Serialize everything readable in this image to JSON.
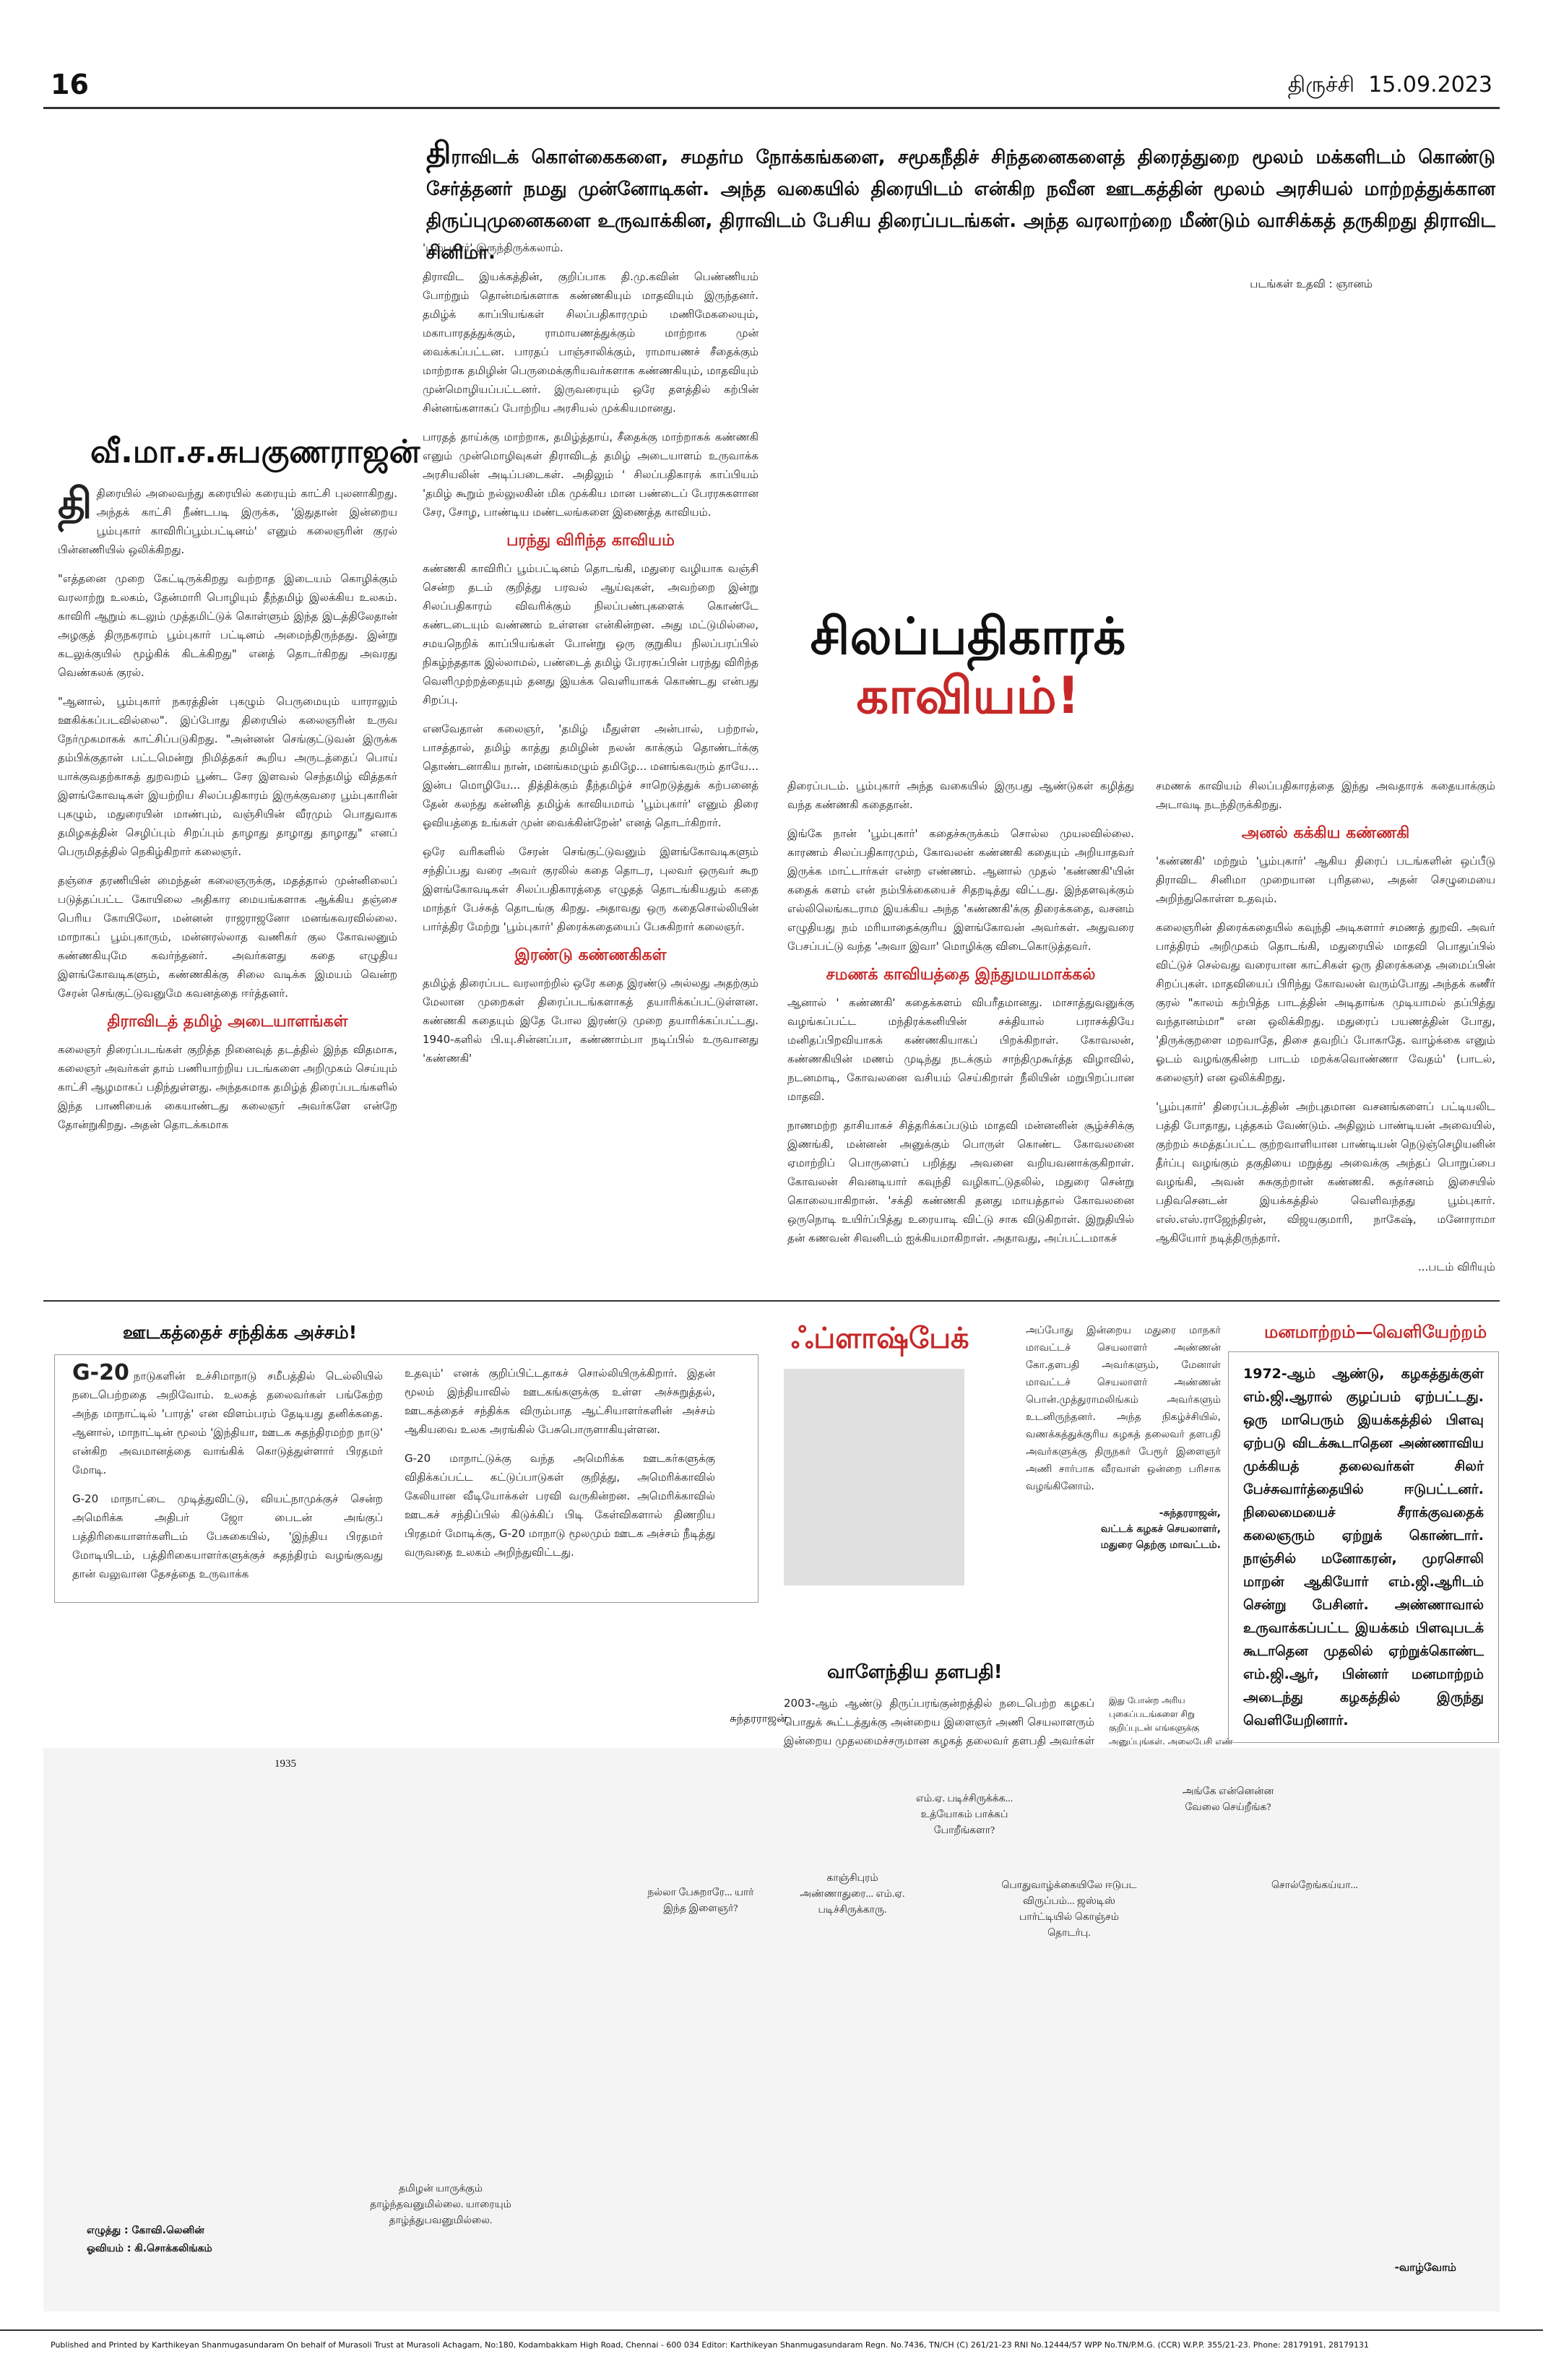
{
  "header": {
    "page_number": "16",
    "city": "திருச்சி",
    "date": "15.09.2023"
  },
  "intro": {
    "dropcap": "தி",
    "text": "ராவிடக் கொள்கைகளை, சமதர்ம நோக்கங்களை, சமூகநீதிச் சிந்தனைகளைத் திரைத்துறை மூலம் மக்களிடம் கொண்டு சேர்த்தனர் நமது முன்னோடிகள். அந்த வகையில் திரையிடம் என்கிற நவீன ஊடகத்தின் மூலம் அரசியல் மாற்றத்துக்கான திருப்புமுனைகளை உருவாக்கின, திராவிடம் பேசிய திரைப்படங்கள். அந்த வரலாற்றை மீண்டும் வாசிக்கத் தருகிறது திராவிட சினிமா.",
    "credit": "படங்கள் உதவி : ஞானம்"
  },
  "author": "வீ.மா.ச.சுபகுணராஜன்",
  "headline": {
    "line1": "சிலப்பதிகாரக்",
    "line2": "காவியம்!"
  },
  "subheads": {
    "s1": "திராவிடத் தமிழ் அடையாளங்கள்",
    "s2": "பரந்து விரிந்த காவியம்",
    "s3": "இரண்டு கண்ணகிகள்",
    "s4": "சமணக் காவியத்தை இந்துமயமாக்கல்",
    "s5": "அனல் கக்கிய கண்ணகி"
  },
  "columns": {
    "c1": [
      "திரையில் அலைவந்து கரையில் கரையும் காட்சி புலனாகிறது. அந்தக் காட்சி நீண்டபடி இருக்க, 'இதுதான் இன்றைய பூம்புகார் காவிரிப்பூம்பட்டினம்' எனும் கலைஞரின் குரல் பின்னணியில் ஒலிக்கிறது.",
      "\"எத்தனை முறை கேட்டிருக்கிறது வற்றாத இடையம் கொழிக்கும் வரலாற்று உலகம், தேன்மாரி பொழியும் தீந்தமிழ் இலக்கிய உலகம். காவிரி ஆறும் கடலும் முத்தமிட்டுக் கொள்ளும் இந்த இடத்திலேதான் அழகுத் திருநகராம் பூம்புகார் பட்டினம் அமைந்திருந்தது. இன்று கடலுக்குயில் மூழ்கிக் கிடக்கிறது\" எனத் தொடர்கிறது அவரது வெண்கலக் குரல்.",
      "\"ஆனால், பூம்புகார் நகரத்தின் புகழும் பெருமையும் யாராலும் ஊகிக்கப்படவில்லை\". இப்போது திரையில் கலைஞரின் உருவ நேர்முகமாகக் காட்சிப்படுகிறது. \"அன்னன் செங்குட்டுவன் இருக்க தம்பிக்குதான் பட்டமென்று நிமித்தகர் கூறிய அருடத்தைப் பொய் யாக்குவதற்காகத் துறவறம் பூண்ட சேர இளவல் செந்தமிழ் வித்தகர் இளங்கோவடிகள் இயற்றிய சிலப்பதிகாரம் இருக்குவரை பூம்புகாரின் புகழும், மதுரையின் மாண்பும், வஞ்சியின் வீரமும் பொதுவாக தமிழகத்தின் செழிப்பும் சிறப்பும் தாழாது தாழாது தாழாது\" எனப் பெருமிதத்தில் நெகிழ்கிறார் கலைஞர்.",
      "தஞ்சை தரணியின் மைந்தன் கலைஞருக்கு, மதத்தால் முன்னிலைப் படுத்தப்பட்ட கோயிலை அதிகார மையங்களாக ஆக்கிய தஞ்சை பெரிய கோயிலோ, மன்னன் ராஜராஜனோ மனங்கவரவில்லை. மாறாகப் பூம்புகாரும், மன்னரல்லாத வணிகர் குல கோவலனும் கண்ணகியுமே கவர்ந்தனர். அவர்களது கதை எழுதிய இளங்கோவடிகளும், கண்ணகிக்கு சிலை வடிக்க இமயம் வென்ற சேரன் செங்குட்டுவனுமே கவனத்தை ஈர்த்தனர்."
    ],
    "c1b": [
      "கலைஞர் திரைப்படங்கள் குறித்த நினைவுத் தடத்தில் இந்த விதமாக, கலைஞர் அவர்கள் தாம் பணியாற்றிய படங்களை அறிமுகம் செய்யும் காட்சி ஆழமாகப் பதிந்துள்ளது. அந்தகமாக தமிழ்த் திரைப்படங்களில் இந்த பாணியைக் கையாண்டது கலைஞர் அவர்களே என்றே தோன்றுகிறது. அதன் தொடக்கமாக"
    ],
    "c2": [
      "'பூம்புகார்' இருந்திருக்கலாம்.",
      "திராவிட இயக்கத்தின், குறிப்பாக தி.மு.கவின் பெண்ணியம் போற்றும் தொன்மங்களாக கண்ணகியும் மாதவியும் இருந்தனர். தமிழ்க் காப்பியங்கள் சிலப்பதிகாரமும் மணிமேகலையும், மகாபாரதத்துக்கும், ராமாயணத்துக்கும் மாற்றாக முன் வைக்கப்பட்டன. பாரதப் பாஞ்சாலிக்கும், ராமாயணச் சீதைக்கும் மாற்றாக தமிழின் பெருமைக்குரியவர்களாக கண்ணகியும், மாதவியும் முன்மொழியப்பட்டனர். இருவரையும் ஒரே தளத்தில் கற்பின் சின்னங்களாகப் போற்றிய அரசியல் முக்கியமானது.",
      "பாரதத் தாய்க்கு மாற்றாக, தமிழ்த்தாய், சீதைக்கு மாற்றாகக் கண்ணகி எனும் முன்மொழிவுகள் திராவிடத் தமிழ் அடையாளம் உருவாக்க அரசியலின் அடிப்படைகள். அதிலும் ' சிலப்பதிகாரக் காப்பியம் 'தமிழ் கூறும் நல்லுலகின் மிக முக்கிய மான பண்டைப் பேரரசுகளான சேர, சோழ, பாண்டிய மண்டலங்களை இணைத்த காவியம்."
    ],
    "c2b": [
      "கண்ணகி காவிரிப் பூம்பட்டினம் தொடங்கி, மதுரை வழியாக வஞ்சி சென்ற தடம் குறித்து பரவல் ஆய்வுகள், அவற்றை இன்று சிலப்பதிகாரம் விவரிக்கும் நிலப்பண்புகளைக் கொண்டே கண்டடையும் வண்ணம் உள்ளன என்கின்றன. அது மட்டுமில்லை, சமயநெறிக் காப்பியங்கள் போன்று ஒரு குறுகிய நிலப்பரப்பில் நிகழ்ந்ததாக இல்லாமல், பண்டைத் தமிழ் பேரரசுப்பின் பரந்து விரிந்த வெளிமுற்றத்தையும் தனது இயக்க வெளியாகக் கொண்டது என்பது சிறப்பு.",
      "எனவேதான் கலைஞர், 'தமிழ் மீதுள்ள அன்பால், பற்றால், பாசத்தால், தமிழ் காத்து தமிழின் நலன் காக்கும் தொண்டர்க்கு தொண்டனாகிய நான், மனங்கமழும் தமிழே... மனங்கவரும் தாயே... இன்ப மொழியே... தித்திக்கும் தீந்தமிழ்ச் சாறெடுத்துக் கற்பனைத் தேன் கலந்து கன்னித் தமிழ்க் காவியமாம் 'பூம்புகார்' எனும் திரை ஓவியத்தை உங்கள் முன் வைக்கின்றேன்' எனத் தொடர்கிறார்.",
      "ஒரே வரிகளில் சேரன் செங்குட்டுவனும் இளங்கோவடிகளும் சந்திப்பது வரை அவர் குரலில் கதை தொடர, புலவர் ஒருவர் கூற இளங்கோவடிகள் சிலப்பதிகாரத்தை எழுதத் தொடங்கியதும் கதை மாந்தர் பேச்சுத் தொடங்கு கிறது. அதாவது ஒரு கதைசொல்லியின் பார்த்திர மேற்று 'பூம்புகார்' திரைக்கதையைப் பேசுகிறார் கலைஞர்."
    ],
    "c2c": [
      "தமிழ்த் திரைப்பட வரலாற்றில் ஒரே கதை இரண்டு அல்லது அதற்கும் மேலான முறைகள் திரைப்படங்களாகத் தயாரிக்கப்பட்டுள்ளன. கண்ணகி கதையும் இதே போல இரண்டு முறை தயாரிக்கப்பட்டது. 1940-களில் பி.யு.சின்னப்பா, கண்ணாம்பா நடிப்பில் உருவானது 'கண்ணகி'"
    ],
    "c3": [
      "திரைப்படம். பூம்புகார் அந்த வகையில் இருபது ஆண்டுகள் கழித்து வந்த கண்ணகி கதைதான்.",
      "இங்கே நான் 'பூம்புகார்' கதைச்சுருக்கம் சொல்ல முயலவில்லை. காரணம் சிலப்பதிகாரமும், கோவலன் கண்ணகி கதையும் அறியாதவர் இருக்க மாட்டார்கள் என்ற எண்ணம். ஆனால் முதல் 'கண்ணகி'யின் கதைக் களம் என் நம்பிக்கையைச் சிதறடித்து விட்டது. இந்தளவுக்கும் எல்லிலெங்கடராம இயக்கிய அந்த 'கண்ணகி'க்கு திரைக்கதை, வசனம் எழுதியது நம் மரியாதைக்குரிய இளங்கோவன் அவர்கள். அதுவரை பேசப்பட்டு வந்த 'அவா இவா' மொழிக்கு விடைகொடுத்தவர்."
    ],
    "c3b": [
      "ஆனால் ' கண்ணகி' கதைக்களம் விபரீதமானது. மாசாத்துவனுக்கு வழங்கப்பட்ட மந்திரக்கனியின் சக்தியால் பராசக்தியே மனிதப்பிறவியாகக் கண்ணகியாகப் பிறக்கிறாள். கோவலன், கண்ணகியின் மணம் முடிந்து நடக்கும் சாந்திமுகூர்த்த விழாவில், நடனமாடி, கோவலனை வசியம் செய்கிறாள் நீலியின் மறுபிறப்பான மாதவி.",
      "நாணமற்ற தாசியாகச் சித்தரிக்கப்படும் மாதவி மன்னனின் சூழ்ச்சிக்கு இணங்கி, மன்னன் அனுக்கும் பொருள் கொண்ட கோவலனை ஏமாற்றிப் பொருளைப் பறித்து அவனை வறியவனாக்குகிறாள். கோவலன் சிவனடியார் கவுந்தி வழிகாட்டுதலில், மதுரை சென்று கொலையாகிறான். 'சக்தி கண்ணகி தனது மாயத்தால் கோவலனை ஒருநொடி உயிர்ப்பித்து உரையாடி விட்டு சாக விடுகிறாள். இறுதியில் தன் கணவன் சிவனிடம் ஐக்கியமாகிறாள். அதாவது, அப்பட்டமாகச்"
    ],
    "c4": [
      "சமணக் காவியம் சிலப்பதிகாரத்தை இந்து அவதாரக் கதையாக்கும் அடாவடி நடந்திருக்கிறது."
    ],
    "c4b": [
      "'கண்ணகி' மற்றும் 'பூம்புகார்' ஆகிய திரைப் படங்களின் ஒப்பீடு திராவிட சினிமா முறையான புரிதலை, அதன் செழுமையை அறிந்துகொள்ள உதவும்.",
      "கலைஞரின் திரைக்கதையில் கவுந்தி அடிகளார் சமணத் துறவி. அவர் பாத்திரம் அறிமுகம் தொடங்கி, மதுரையில் மாதவி பொதுப்பில் விட்டுச் செல்வது வரையான காட்சிகள் ஒரு திரைக்கதை அமைப்பின் சிறப்புகள். மாதவியைப் பிரிந்து கோவலன் வரும்போது அந்தக் கணீர் குரல் \"காலம் கற்பித்த பாடத்தின் அடிதாங்க முடியாமல் தப்பித்து வந்தானம்மா\" என ஒலிக்கிறது. மதுரைப் பயணத்தின் போது, 'திருக்குறளை மறவாதே, திசை தவறிப் போகாதே. வாழ்க்கை எனும் ஓடம் வழங்குகின்ற பாடம் மறக்கவொண்ணா வேதம்' (பாடல், கலைஞர்) என ஒலிக்கிறது.",
      "'பூம்புகார்' திரைப்படத்தின் அற்புதமான வசனங்களைப் பட்டியலிட பத்தி போதாது, புத்தகம் வேண்டும். அதிலும் பாண்டியன் அவையில், குற்றம் சுமத்தப்பட்ட குற்றவாளியான பாண்டியன் நெடுஞ்செழியனின் தீர்ப்பு வழங்கும் தகுதியை மறுத்து அவைக்கு அந்தப் பொறுப்பை வழங்கி, அவன் சுசுகுற்றான் கண்ணகி. சுதர்சனம் இசையில் பதிவசெனடன் இயக்கத்தில் வெளிவந்தது பூம்புகார். எஸ்.எஸ்.ராஜேந்திரன், விஜயகுமாரி, நாகேஷ், மனோராமா ஆகியோர் நடித்திருந்தார்."
    ],
    "continued": "...படம் விரியும்"
  },
  "sidebar_g20": {
    "title": "ஊடகத்தைச் சந்திக்க அச்சம்!",
    "lead": "G-20",
    "col1": [
      "நாடுகளின் உச்சிமாநாடு சமீபத்தில் டெல்லியில் நடைபெற்றதை அறிவோம். உலகத் தலைவர்கள் பங்கேற்ற அந்த மாநாட்டில் 'பாரத்' என விளம்பரம் தேடியது தனிக்கதை. ஆனால், மாநாட்டின் மூலம் 'இந்தியா, ஊடக சுதந்திரமற்ற நாடு' என்கிற அவமானத்தை வாங்கிக் கொடுத்துள்ளார் பிரதமர் மோடி.",
      "G-20 மாநாட்டை முடித்துவிட்டு, வியட்நாமுக்குச் சென்ற அமெரிக்க அதிபர் ஜோ பைடன் அங்குப் பத்திரிகையாளர்களிடம் பேசுகையில், 'இந்திய பிரதமர் மோடியிடம், பத்திரிகையாளர்களுக்குச் சுதந்திரம் வழங்குவது தான் வலுவான தேசத்தை உருவாக்க"
    ],
    "col2": [
      "உதவும்' எனக் குறிப்பிட்டதாகச் சொல்லியிருக்கிறார். இதன் மூலம் இந்தியாவில் ஊடகங்களுக்கு உள்ள அச்சுறுத்தல், ஊடகத்தைச் சந்திக்க விரும்பாத ஆட்சியாளர்களின் அச்சம் ஆகியவை உலக அரங்கில் பேசுபொருளாகியுள்ளன.",
      "G-20 மாநாட்டுக்கு வந்த அமெரிக்க ஊடகர்களுக்கு விதிக்கப்பட்ட கட்டுப்பாடுகள் குறித்து, அமெரிக்காவில் கேலியான வீடியோக்கள் பரவி வருகின்றன. அமெரிக்காவில் ஊடகச் சந்திப்பில் கிடுக்கிப் பிடி கேள்விகளால் திணறிய பிரதமர் மோடிக்கு, G-20 மாநாடு மூலமும் ஊடக அச்சம் நீடித்து வருவதை உலகம் அறிந்துவிட்டது."
    ]
  },
  "flashback": {
    "title": "ஃப்ளாஷ்பேக்",
    "quote": "அப்போது இன்றைய மதுரை மாநகர் மாவட்டச் செயலாளர் அண்ணன் கோ.தளபதி அவர்களும், மேனாள் மாவட்டச் செயலாளர் அண்ணன் பொன்.முத்துராமலிங்கம் அவர்களும் உடனிருந்தனர். அந்த நிகழ்ச்சியில், வணக்கத்துக்குரிய கழகத் தலைவர் தளபதி அவர்களுக்கு திருநகர் பேரூர் இளைஞர் அணி சார்பாக வீரவாள் ஒன்றை பரிசாக வழங்கினோம்.",
    "attrib1": "-சுந்தரராஜன்,",
    "attrib2": "வட்டக் கழகச் செயலாளர்,",
    "attrib3": "மதுரை தெற்கு மாவட்டம்.",
    "title2": "வாளேந்திய தளபதி!",
    "text2": "2003-ஆம் ஆண்டு திருப்பரங்குன்றத்தில் நடைபெற்ற கழகப் பொதுக் கூட்டத்துக்கு அன்றைய இளைஞர் அணி செயலாளரும் இன்றைய முதலமைச்சருமான கழகத் தலைவர் தளபதி அவர்கள் வருகை தந்து எழுச்சி உரையாற்றினார்.",
    "photo_caption": "சுந்தரராஜன்",
    "notice": "இது போன்ற அரிய புகைப்படங்களை சிறு குறிப்புடன் எங்களுக்கு அனுப்புங்கள். அலைபேசி எண் அவசியம். அனுப்ப வேண்டிய முகவரி : முன்மடம், 614, அண்ணா சாலை, தேனாம்பேட்டை, சென்னை-600 018. வாட்ஸ்அப் எண்: 90033-24473 மின்னஞ்சல்: youthwing@dmk.in"
  },
  "sidebar_right": {
    "title": "மனமாற்றம்—வெளியேற்றம்",
    "text": "1972-ஆம் ஆண்டு, கழகத்துக்குள் எம்.ஜி.ஆரால் குழப்பம் ஏற்பட்டது. ஒரு மாபெரும் இயக்கத்தில் பிளவு ஏற்படு விடக்கூடாதென அண்ணாவிய முக்கியத் தலைவர்கள் சிலர் பேச்சுவார்த்தையில் ஈடுபட்டனர். நிலைமையைச் சீராக்குவதைக் கலைஞரும் ஏற்றுக் கொண்டார். நாஞ்சில் மனோகரன், முரசொலி மாறன் ஆகியோர் எம்.ஜி.ஆரிடம் சென்று பேசினர். அண்ணாவால் உருவாக்கப்பட்ட இயக்கம் பிளவுபடக் கூடாதென முதலில் ஏற்றுக்கொண்ட எம்.ஜி.ஆர், பின்னர் மனமாற்றம் அடைந்து கழகத்தில் இருந்து வெளியேறினார்."
  },
  "comic": {
    "year": "1935",
    "b1": "நல்லா பேசுறாரே... யார் இந்த இளைஞர்?",
    "b2": "காஞ்சிபுரம் அண்ணாதுரை... எம்.ஏ. படிச்சிருக்காரு.",
    "b3": "எம்.ஏ. படிச்சிருக்க்க... உத்யோகம் பாக்கப் போறீங்களா?",
    "b4": "பொதுவாழ்க்கையிலே ஈடுபட விருப்பம்... ஜஸ்டிஸ் பார்ட்டியில் கொஞ்சம் தொடர்பு.",
    "b5": "அங்கே என்னென்ன வேலை செய்றீங்க?",
    "b6": "சொல்றேங்கய்யா...",
    "b7": "தமிழன் யாருக்கும் தாழ்ந்தவனுமில்லை. யாரையும் தாழ்த்துபவனுமில்லை.",
    "credit1": "எழுத்து : கோவி.லெனின்",
    "credit2": "ஓவியம் : கி.சொக்கலிங்கம்",
    "sign": "-வாழ்வோம்"
  },
  "imprint": "Published and Printed by Karthikeyan Shanmugasundaram On behalf of Murasoli Trust at Murasoli Achagam, No:180, Kodambakkam High Road, Chennai - 600 034 Editor: Karthikeyan Shanmugasundaram Regn. No.7436, TN/CH (C) 261/21-23 RNI No.12444/57 WPP No.TN/P.M.G. (CCR) W.P.P. 355/21-23. Phone: 28179191, 28179131",
  "colors": {
    "accent_red": "#c62828",
    "rule": "#333333"
  }
}
